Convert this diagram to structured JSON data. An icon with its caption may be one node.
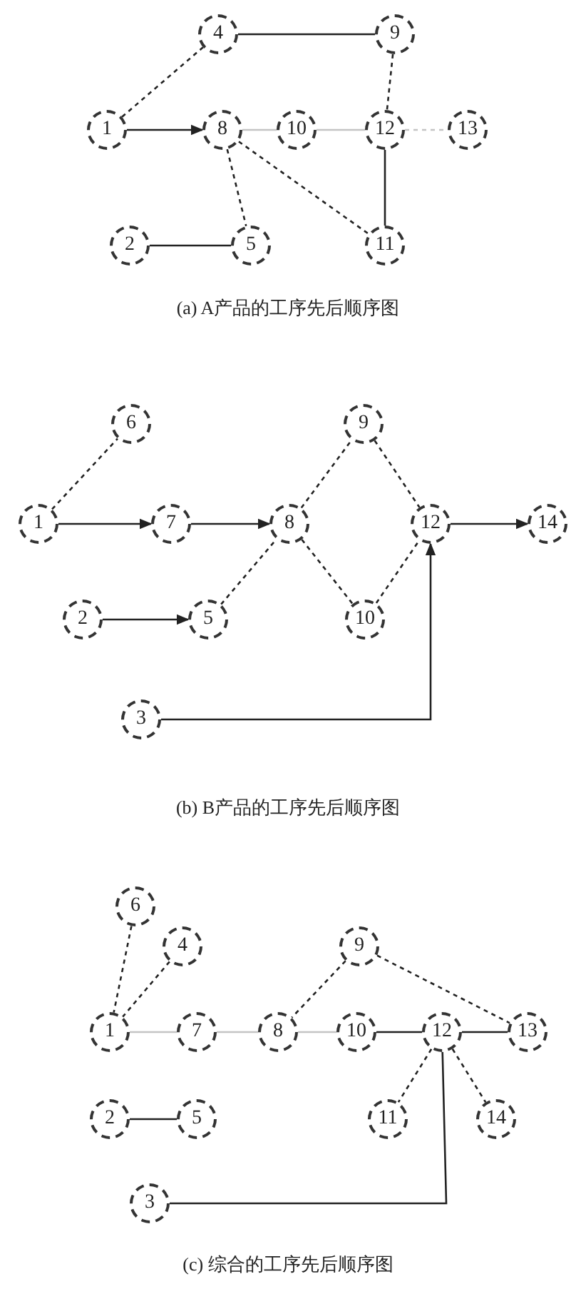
{
  "diagram": {
    "nodes": [
      {
        "text": [
          "4"
        ]
      },
      {
        "text": [
          "9"
        ]
      },
      {
        "text": [
          "1"
        ]
      },
      {
        "text": [
          "8"
        ]
      },
      {
        "text": [
          "10"
        ]
      },
      {
        "text": [
          "12"
        ]
      },
      {
        "text": [
          "13"
        ]
      },
      {
        "text": [
          "2"
        ]
      },
      {
        "text": [
          "5"
        ]
      },
      {
        "text": [
          "11"
        ]
      },
      {
        "text": [
          "6"
        ]
      },
      {
        "text": [
          "9"
        ]
      },
      {
        "text": [
          "1"
        ]
      },
      {
        "text": [
          "7"
        ]
      },
      {
        "text": [
          "8"
        ]
      },
      {
        "text": [
          "12"
        ]
      },
      {
        "text": [
          "14"
        ]
      },
      {
        "text": [
          "2"
        ]
      },
      {
        "text": [
          "5"
        ]
      },
      {
        "text": [
          "10"
        ]
      },
      {
        "text": [
          "3"
        ]
      },
      {
        "text": [
          "6"
        ]
      },
      {
        "text": [
          "4"
        ]
      },
      {
        "text": [
          "9"
        ]
      },
      {
        "text": [
          "1"
        ]
      },
      {
        "text": [
          "7"
        ]
      },
      {
        "text": [
          "8"
        ]
      },
      {
        "text": [
          "10"
        ]
      },
      {
        "text": [
          "12"
        ]
      },
      {
        "text": [
          "13"
        ]
      },
      {
        "text": [
          "2"
        ]
      },
      {
        "text": [
          "5"
        ]
      },
      {
        "text": [
          "11"
        ]
      },
      {
        "text": [
          "14"
        ]
      },
      {
        "text": [
          "3"
        ]
      }
    ],
    "edges": [
      {
        "from": 2,
        "to": 0,
        "arrow": "none",
        "style": "dashed"
      },
      {
        "from": 0,
        "to": 1,
        "arrow": "none"
      },
      {
        "from": 1,
        "to": 5,
        "arrow": "none",
        "style": "dashed"
      },
      {
        "from": 2,
        "to": 3,
        "arrow": "to"
      },
      {
        "from": 3,
        "to": 4,
        "arrow": "none",
        "color": "#c4c4c4"
      },
      {
        "from": 4,
        "to": 5,
        "arrow": "none",
        "color": "#c4c4c4"
      },
      {
        "from": 5,
        "to": 6,
        "arrow": "none",
        "style": "dashed",
        "color": "#c4c4c4"
      },
      {
        "from": 3,
        "to": 8,
        "arrow": "none",
        "style": "dashed"
      },
      {
        "from": 3,
        "to": 9,
        "arrow": "none",
        "style": "dashed"
      },
      {
        "from": 5,
        "to": 9,
        "arrow": "none"
      },
      {
        "from": 7,
        "to": 8,
        "arrow": "none"
      },
      {
        "from": 12,
        "to": 10,
        "arrow": "none",
        "style": "dashed"
      },
      {
        "from": 12,
        "to": 13,
        "arrow": "to"
      },
      {
        "from": 13,
        "to": 14,
        "arrow": "to"
      },
      {
        "from": 14,
        "to": 11,
        "arrow": "none",
        "style": "dashed"
      },
      {
        "from": 11,
        "to": 15,
        "arrow": "none",
        "style": "dashed"
      },
      {
        "from": 15,
        "to": 16,
        "arrow": "to"
      },
      {
        "from": 17,
        "to": 18,
        "arrow": "to"
      },
      {
        "from": 18,
        "to": 14,
        "arrow": "none",
        "style": "dashed"
      },
      {
        "from": 14,
        "to": 19,
        "arrow": "none",
        "style": "dashed"
      },
      {
        "from": 19,
        "to": 15,
        "arrow": "none",
        "style": "dashed"
      },
      {
        "from": 20,
        "to": 15,
        "arrow": "to"
      },
      {
        "from": 21,
        "to": 24,
        "arrow": "none",
        "style": "dashed"
      },
      {
        "from": 22,
        "to": 24,
        "arrow": "none",
        "style": "dashed"
      },
      {
        "from": 24,
        "to": 25,
        "arrow": "none",
        "color": "#c4c4c4"
      },
      {
        "from": 25,
        "to": 26,
        "arrow": "none",
        "color": "#c4c4c4"
      },
      {
        "from": 26,
        "to": 27,
        "arrow": "none",
        "color": "#c4c4c4"
      },
      {
        "from": 27,
        "to": 28,
        "arrow": "none"
      },
      {
        "from": 28,
        "to": 29,
        "arrow": "none"
      },
      {
        "from": 23,
        "to": 26,
        "arrow": "none",
        "style": "dashed"
      },
      {
        "from": 23,
        "to": 29,
        "arrow": "none",
        "style": "dashed"
      },
      {
        "from": 28,
        "to": 32,
        "arrow": "none",
        "style": "dashed"
      },
      {
        "from": 28,
        "to": 33,
        "arrow": "none",
        "style": "dashed"
      },
      {
        "from": 34,
        "to": 28,
        "arrow": "none"
      },
      {
        "from": 30,
        "to": 31,
        "arrow": "none"
      }
    ],
    "labels": [
      "(a) A产品的工序先后顺序图",
      "(b) B产品的工序先后顺序图",
      "(c) 综合的工序先后顺序图"
    ]
  }
}
